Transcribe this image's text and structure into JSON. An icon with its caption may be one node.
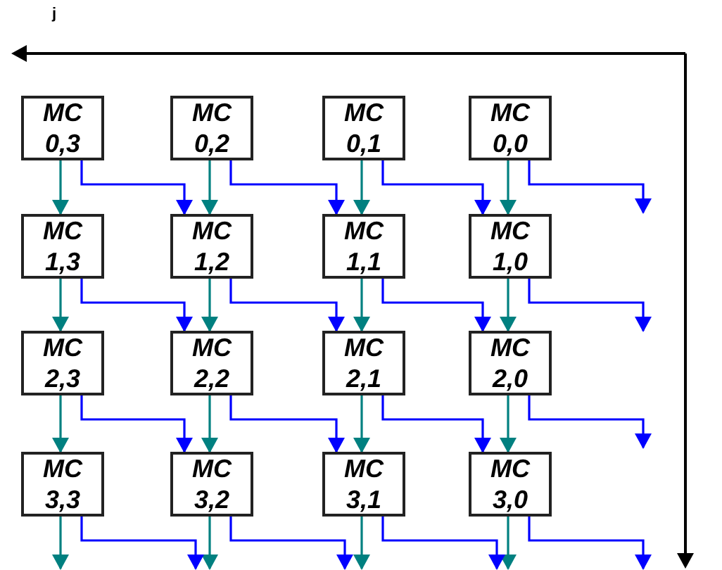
{
  "diagram": {
    "nodes": [
      {
        "text": [
          "MC 0,3"
        ]
      },
      {
        "text": [
          "MC 0,2"
        ]
      },
      {
        "text": [
          "MC 0,1"
        ]
      },
      {
        "text": [
          "MC 0,0"
        ]
      },
      {
        "text": [
          "MC 1,3"
        ]
      },
      {
        "text": [
          "MC 1,2"
        ]
      },
      {
        "text": [
          "MC 1,1"
        ]
      },
      {
        "text": [
          "MC 1,0"
        ]
      },
      {
        "text": [
          "MC 2,3"
        ]
      },
      {
        "text": [
          "MC 2,2"
        ]
      },
      {
        "text": [
          "MC 2,1"
        ]
      },
      {
        "text": [
          "MC 2,0"
        ]
      },
      {
        "text": [
          "MC 3,3"
        ]
      },
      {
        "text": [
          "MC 3,2"
        ]
      },
      {
        "text": [
          "MC 3,1"
        ]
      },
      {
        "text": [
          "MC 3,0"
        ]
      }
    ],
    "edges": [
      {
        "from": 0,
        "to": 4,
        "arrow": "to"
      },
      {
        "from": 1,
        "to": 5,
        "arrow": "to"
      },
      {
        "from": 2,
        "to": 6,
        "arrow": "to"
      },
      {
        "from": 3,
        "to": 7,
        "arrow": "to"
      },
      {
        "from": 4,
        "to": 8,
        "arrow": "to"
      },
      {
        "from": 5,
        "to": 9,
        "arrow": "to"
      },
      {
        "from": 6,
        "to": 10,
        "arrow": "to"
      },
      {
        "from": 7,
        "to": 11,
        "arrow": "to"
      },
      {
        "from": 8,
        "to": 12,
        "arrow": "to"
      },
      {
        "from": 9,
        "to": 13,
        "arrow": "to"
      },
      {
        "from": 10,
        "to": 14,
        "arrow": "to"
      },
      {
        "from": 11,
        "to": 15,
        "arrow": "to"
      },
      {
        "from": 12,
        "to": null,
        "arrow": "to"
      },
      {
        "from": 13,
        "to": null,
        "arrow": "to"
      },
      {
        "from": 14,
        "to": null,
        "arrow": "to"
      },
      {
        "from": 15,
        "to": null,
        "arrow": "to"
      },
      {
        "from": 0,
        "to": 5,
        "arrow": "to",
        "color": "#0000ff"
      },
      {
        "from": 1,
        "to": 6,
        "arrow": "to",
        "color": "#0000ff"
      },
      {
        "from": 2,
        "to": 7,
        "arrow": "to",
        "color": "#0000ff"
      },
      {
        "from": 3,
        "to": null,
        "arrow": "to",
        "color": "#0000ff"
      },
      {
        "from": 4,
        "to": 9,
        "arrow": "to",
        "color": "#0000ff"
      },
      {
        "from": 5,
        "to": 10,
        "arrow": "to",
        "color": "#0000ff"
      },
      {
        "from": 6,
        "to": 11,
        "arrow": "to",
        "color": "#0000ff"
      },
      {
        "from": 7,
        "to": null,
        "arrow": "to",
        "color": "#0000ff"
      },
      {
        "from": 8,
        "to": 13,
        "arrow": "to",
        "color": "#0000ff"
      },
      {
        "from": 9,
        "to": 14,
        "arrow": "to",
        "color": "#0000ff"
      },
      {
        "from": 10,
        "to": 15,
        "arrow": "to",
        "color": "#0000ff"
      },
      {
        "from": 11,
        "to": null,
        "arrow": "to",
        "color": "#0000ff"
      },
      {
        "from": 12,
        "to": null,
        "arrow": "to",
        "color": "#0000ff"
      },
      {
        "from": 13,
        "to": null,
        "arrow": "to",
        "color": "#0000ff"
      },
      {
        "from": 14,
        "to": null,
        "arrow": "to",
        "color": "#0000ff"
      },
      {
        "from": 15,
        "to": null,
        "arrow": "to",
        "color": "#0000ff"
      }
    ],
    "labels": [
      "j"
    ]
  }
}
